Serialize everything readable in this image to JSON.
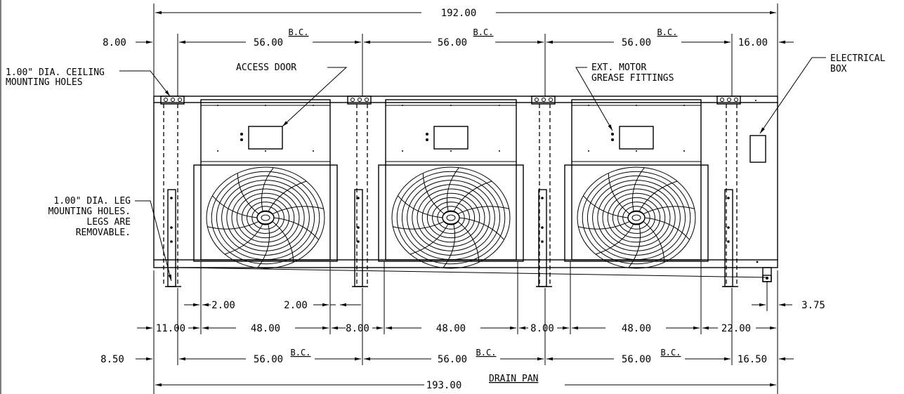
{
  "drawing": {
    "labels": {
      "ceiling_holes_1": "1.00\" DIA. CEILING",
      "ceiling_holes_2": "MOUNTING HOLES",
      "access_door": "ACCESS DOOR",
      "grease_1": "EXT. MOTOR",
      "grease_2": "GREASE FITTINGS",
      "elec_1": "ELECTRICAL",
      "elec_2": "BOX",
      "leg_1": "1.00\" DIA. LEG",
      "leg_2": "MOUNTING HOLES.",
      "leg_3": "LEGS ARE",
      "leg_4": "REMOVABLE.",
      "drain_pan": "DRAIN PAN",
      "bc": "B.C."
    },
    "dims_top": {
      "overall": "192.00",
      "left_offset": "8.00",
      "bc1": "56.00",
      "bc2": "56.00",
      "bc3": "56.00",
      "right_offset": "16.00"
    },
    "dims_bottom": {
      "gap_left": "2.00",
      "gap_right": "2.00",
      "right_small": "3.75",
      "left_end": "11.00",
      "fan1": "48.00",
      "between1": "8.00",
      "fan2": "48.00",
      "between2": "8.00",
      "fan3": "48.00",
      "right_end": "22.00",
      "bc_left_offset": "8.50",
      "bc1": "56.00",
      "bc2": "56.00",
      "bc3": "56.00",
      "bc_right_offset": "16.50",
      "drain_overall": "193.00"
    }
  }
}
